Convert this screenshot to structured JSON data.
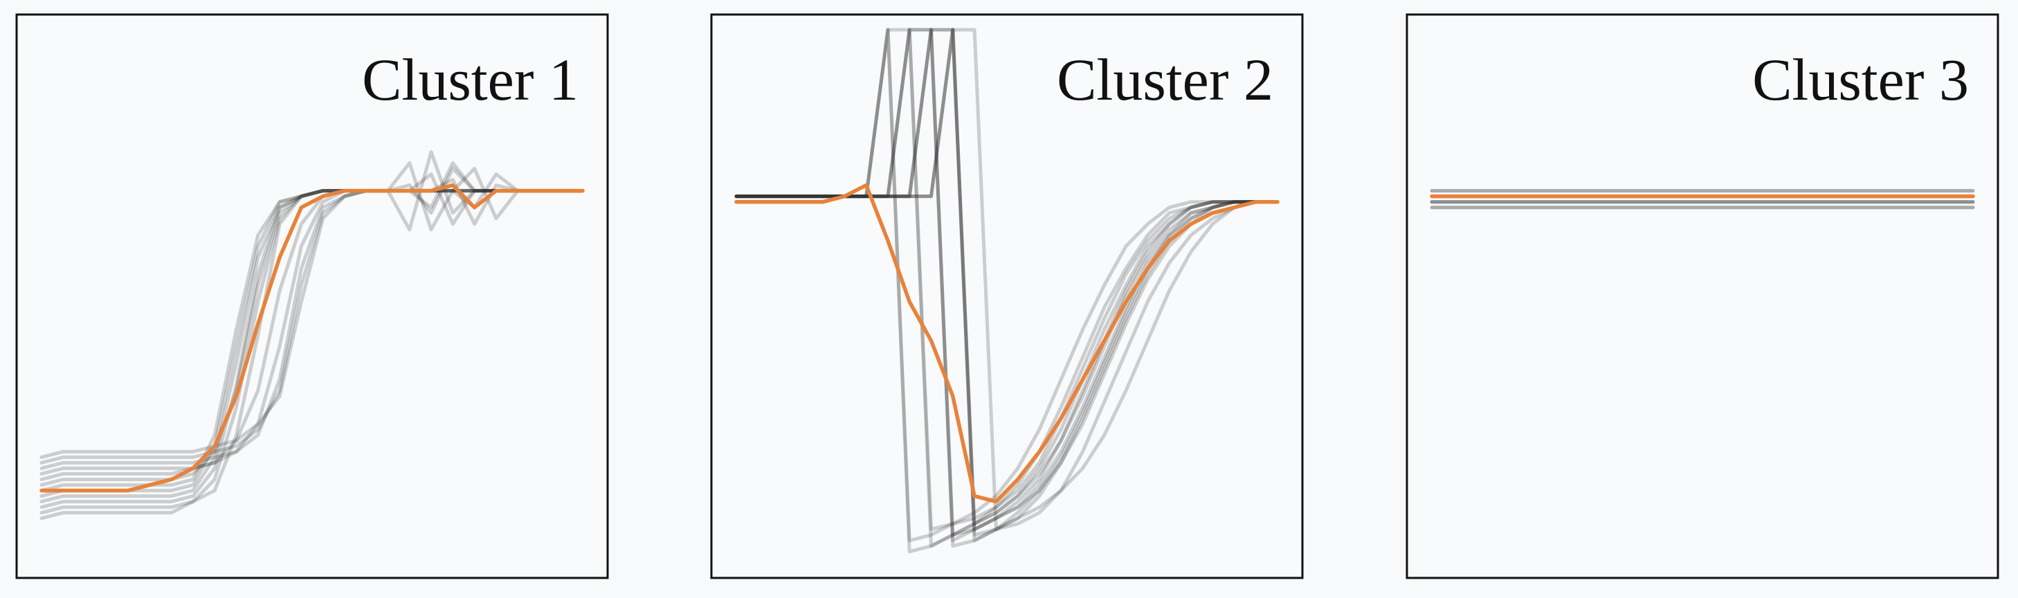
{
  "colors": {
    "background": "#f7f9fb",
    "frame": "#111111",
    "member_lines": "#2e2e2e",
    "mean_line": "#e8823a"
  },
  "chart_data": [
    {
      "type": "line",
      "title": "Cluster 1",
      "xlabel": "",
      "ylabel": "",
      "grid": false,
      "axes_ticks": false,
      "xlim": [
        0,
        100
      ],
      "ylim": [
        0,
        100
      ],
      "x": [
        0,
        4,
        8,
        12,
        16,
        20,
        24,
        28,
        32,
        36,
        40,
        44,
        48,
        52,
        56,
        60,
        64,
        68,
        72,
        76,
        80,
        84,
        88,
        92,
        96,
        100
      ],
      "member_traces": [
        [
          10,
          11,
          11,
          11,
          11,
          11,
          11,
          13,
          15,
          25,
          43,
          63,
          68,
          69,
          69,
          69,
          69,
          69,
          69,
          69,
          69,
          69,
          69,
          69,
          69,
          69
        ],
        [
          11,
          12,
          12,
          12,
          12,
          12,
          12,
          13,
          17,
          30,
          49,
          64,
          68,
          69,
          69,
          69,
          69,
          69,
          72,
          63,
          69,
          69,
          69,
          69,
          69,
          69
        ],
        [
          12,
          13,
          13,
          13,
          13,
          13,
          13,
          14,
          19,
          34,
          54,
          66,
          68,
          69,
          69,
          69,
          69,
          69,
          66,
          74,
          69,
          69,
          69,
          69,
          69,
          69
        ],
        [
          13,
          14,
          14,
          14,
          14,
          14,
          14,
          15,
          21,
          38,
          57,
          66,
          68,
          69,
          69,
          69,
          69,
          74,
          62,
          69,
          69,
          69,
          69,
          69,
          69,
          69
        ],
        [
          14,
          15,
          15,
          15,
          15,
          15,
          15,
          16,
          23,
          41,
          59,
          67,
          68,
          69,
          69,
          69,
          69,
          62,
          76,
          65,
          69,
          69,
          69,
          69,
          69,
          69
        ],
        [
          15,
          16,
          16,
          16,
          16,
          16,
          16,
          17,
          25,
          44,
          61,
          67,
          68,
          69,
          69,
          69,
          69,
          69,
          69,
          69,
          73,
          64,
          69,
          69,
          69,
          69
        ],
        [
          16,
          17,
          17,
          17,
          17,
          17,
          17,
          18,
          22,
          33,
          52,
          65,
          68,
          69,
          69,
          69,
          69,
          69,
          69,
          69,
          66,
          72,
          69,
          69,
          69,
          69
        ],
        [
          17,
          18,
          18,
          18,
          18,
          18,
          18,
          19,
          20,
          24,
          33,
          51,
          63,
          68,
          69,
          69,
          69,
          69,
          69,
          69,
          69,
          69,
          69,
          69,
          69,
          69
        ],
        [
          18,
          19,
          19,
          19,
          19,
          19,
          19,
          19,
          20,
          22,
          27,
          41,
          59,
          67,
          69,
          69,
          69,
          70,
          65,
          73,
          69,
          69,
          69,
          69,
          69,
          69
        ],
        [
          19,
          20,
          20,
          20,
          20,
          20,
          20,
          20,
          21,
          22,
          25,
          35,
          55,
          66,
          68,
          69,
          69,
          69,
          69,
          69,
          69,
          69,
          69,
          69,
          69,
          69
        ],
        [
          20,
          21,
          21,
          21,
          21,
          21,
          21,
          21,
          22,
          23,
          26,
          33,
          52,
          65,
          68,
          69,
          69,
          69,
          69,
          71,
          63,
          70,
          69,
          69,
          69,
          69
        ],
        [
          21,
          22,
          22,
          22,
          22,
          22,
          22,
          22,
          23,
          24,
          27,
          32,
          49,
          64,
          68,
          69,
          69,
          69,
          69,
          69,
          69,
          69,
          69,
          69,
          69,
          69
        ]
      ],
      "mean": [
        15,
        15,
        15,
        15,
        15,
        16,
        17,
        19,
        23,
        32,
        45,
        57,
        66,
        68,
        69,
        69,
        69,
        69,
        69,
        70,
        66,
        69,
        69,
        69,
        69,
        69
      ]
    },
    {
      "type": "line",
      "title": "Cluster 2",
      "xlabel": "",
      "ylabel": "",
      "grid": false,
      "axes_ticks": false,
      "xlim": [
        0,
        100
      ],
      "ylim": [
        0,
        100
      ],
      "x": [
        0,
        4,
        8,
        12,
        16,
        20,
        24,
        28,
        32,
        36,
        40,
        44,
        48,
        52,
        56,
        60,
        64,
        68,
        72,
        76,
        80,
        84,
        88,
        92,
        96,
        100
      ],
      "member_traces": [
        [
          68,
          68,
          68,
          68,
          68,
          68,
          68,
          98,
          98,
          8,
          9,
          10,
          12,
          15,
          20,
          28,
          37,
          46,
          54,
          60,
          64,
          66,
          67,
          67,
          67,
          67
        ],
        [
          68,
          68,
          68,
          68,
          68,
          68,
          68,
          68,
          98,
          98,
          7,
          8,
          10,
          13,
          17,
          24,
          33,
          42,
          51,
          58,
          63,
          66,
          67,
          67,
          67,
          67
        ],
        [
          68,
          68,
          68,
          68,
          68,
          68,
          68,
          68,
          68,
          98,
          98,
          6,
          8,
          10,
          14,
          20,
          28,
          37,
          46,
          54,
          60,
          64,
          66,
          67,
          67,
          67
        ],
        [
          68,
          68,
          68,
          68,
          68,
          68,
          68,
          68,
          68,
          68,
          98,
          98,
          8,
          9,
          11,
          15,
          22,
          31,
          40,
          49,
          56,
          61,
          64,
          66,
          67,
          67
        ],
        [
          68,
          68,
          68,
          68,
          68,
          68,
          68,
          98,
          6,
          7,
          9,
          11,
          14,
          19,
          26,
          35,
          44,
          52,
          59,
          63,
          66,
          67,
          67,
          67,
          67,
          67
        ],
        [
          68,
          68,
          68,
          68,
          68,
          68,
          68,
          68,
          98,
          5,
          7,
          9,
          11,
          14,
          19,
          26,
          35,
          44,
          52,
          59,
          63,
          66,
          67,
          67,
          67,
          67
        ],
        [
          68,
          68,
          68,
          68,
          68,
          68,
          68,
          68,
          68,
          98,
          6,
          8,
          10,
          12,
          15,
          20,
          27,
          36,
          45,
          53,
          59,
          63,
          66,
          67,
          67,
          67
        ],
        [
          68,
          68,
          68,
          68,
          68,
          68,
          68,
          68,
          68,
          68,
          98,
          7,
          8,
          10,
          12,
          15,
          19,
          25,
          33,
          42,
          51,
          58,
          63,
          66,
          67,
          67
        ],
        [
          68,
          68,
          68,
          68,
          68,
          68,
          68,
          98,
          4,
          5,
          7,
          9,
          12,
          16,
          22,
          30,
          39,
          48,
          55,
          61,
          65,
          66,
          67,
          67,
          67,
          67
        ],
        [
          68,
          68,
          68,
          68,
          68,
          68,
          68,
          68,
          98,
          98,
          5,
          6,
          8,
          11,
          15,
          21,
          29,
          38,
          47,
          55,
          61,
          64,
          66,
          67,
          67,
          67
        ],
        [
          68,
          68,
          68,
          68,
          68,
          68,
          68,
          68,
          68,
          98,
          98,
          8,
          10,
          12,
          16,
          22,
          30,
          39,
          48,
          56,
          61,
          65,
          66,
          67,
          67,
          67
        ],
        [
          68,
          68,
          68,
          68,
          68,
          68,
          68,
          68,
          68,
          68,
          98,
          9,
          11,
          14,
          18,
          24,
          32,
          41,
          50,
          57,
          62,
          65,
          66,
          67,
          67,
          67
        ]
      ],
      "mean": [
        67,
        67,
        67,
        67,
        67,
        68,
        70,
        60,
        49,
        42,
        32,
        14,
        13,
        17,
        22,
        28,
        35,
        42,
        49,
        55,
        60,
        63,
        65,
        66,
        67,
        67
      ]
    },
    {
      "type": "line",
      "title": "Cluster 3",
      "xlabel": "",
      "ylabel": "",
      "grid": false,
      "axes_ticks": false,
      "xlim": [
        0,
        100
      ],
      "ylim": [
        0,
        100
      ],
      "x": [
        0,
        4,
        8,
        12,
        16,
        20,
        24,
        28,
        32,
        36,
        40,
        44,
        48,
        52,
        56,
        60,
        64,
        68,
        72,
        76,
        80,
        84,
        88,
        92,
        96,
        100
      ],
      "member_traces": [
        [
          68,
          68,
          68,
          68,
          68,
          68,
          68,
          68,
          68,
          68,
          68,
          68,
          68,
          68,
          68,
          68,
          68,
          68,
          68,
          68,
          68,
          68,
          68,
          68,
          68,
          68
        ],
        [
          67,
          67,
          67,
          67,
          67,
          67,
          67,
          67,
          67,
          67,
          67,
          67,
          67,
          67,
          67,
          67,
          67,
          67,
          67,
          67,
          67,
          67,
          67,
          67,
          67,
          67
        ],
        [
          69,
          69,
          69,
          69,
          69,
          69,
          69,
          69,
          69,
          69,
          69,
          69,
          69,
          69,
          69,
          69,
          69,
          69,
          69,
          69,
          69,
          69,
          69,
          69,
          69,
          69
        ],
        [
          66,
          66,
          66,
          66,
          66,
          66,
          66,
          66,
          66,
          66,
          66,
          66,
          66,
          66,
          66,
          66,
          66,
          66,
          66,
          66,
          66,
          66,
          66,
          66,
          66,
          66
        ],
        [
          68,
          68,
          68,
          68,
          68,
          68,
          68,
          68,
          68,
          68,
          68,
          68,
          68,
          68,
          68,
          68,
          68,
          68,
          68,
          68,
          68,
          68,
          68,
          68,
          68,
          68
        ],
        [
          67,
          67,
          67,
          67,
          67,
          67,
          67,
          67,
          67,
          67,
          67,
          67,
          67,
          67,
          67,
          67,
          67,
          67,
          67,
          67,
          67,
          67,
          67,
          67,
          67,
          67
        ],
        [
          69,
          69,
          69,
          69,
          69,
          69,
          69,
          69,
          69,
          69,
          69,
          69,
          69,
          69,
          69,
          69,
          69,
          69,
          69,
          69,
          69,
          69,
          69,
          69,
          69,
          69
        ],
        [
          68,
          68,
          68,
          68,
          68,
          68,
          68,
          68,
          68,
          68,
          68,
          68,
          68,
          68,
          68,
          68,
          68,
          68,
          68,
          68,
          68,
          68,
          68,
          68,
          68,
          68
        ],
        [
          66,
          66,
          66,
          66,
          66,
          66,
          66,
          66,
          66,
          66,
          66,
          66,
          66,
          66,
          66,
          66,
          66,
          66,
          66,
          66,
          66,
          66,
          66,
          66,
          66,
          66
        ],
        [
          67,
          67,
          67,
          67,
          67,
          67,
          67,
          67,
          67,
          67,
          67,
          67,
          67,
          67,
          67,
          67,
          67,
          67,
          67,
          67,
          67,
          67,
          67,
          67,
          67,
          67
        ]
      ],
      "mean": [
        68,
        68,
        68,
        68,
        68,
        68,
        68,
        68,
        68,
        68,
        68,
        68,
        68,
        68,
        68,
        68,
        68,
        68,
        68,
        68,
        68,
        68,
        68,
        68,
        68,
        68
      ]
    }
  ]
}
